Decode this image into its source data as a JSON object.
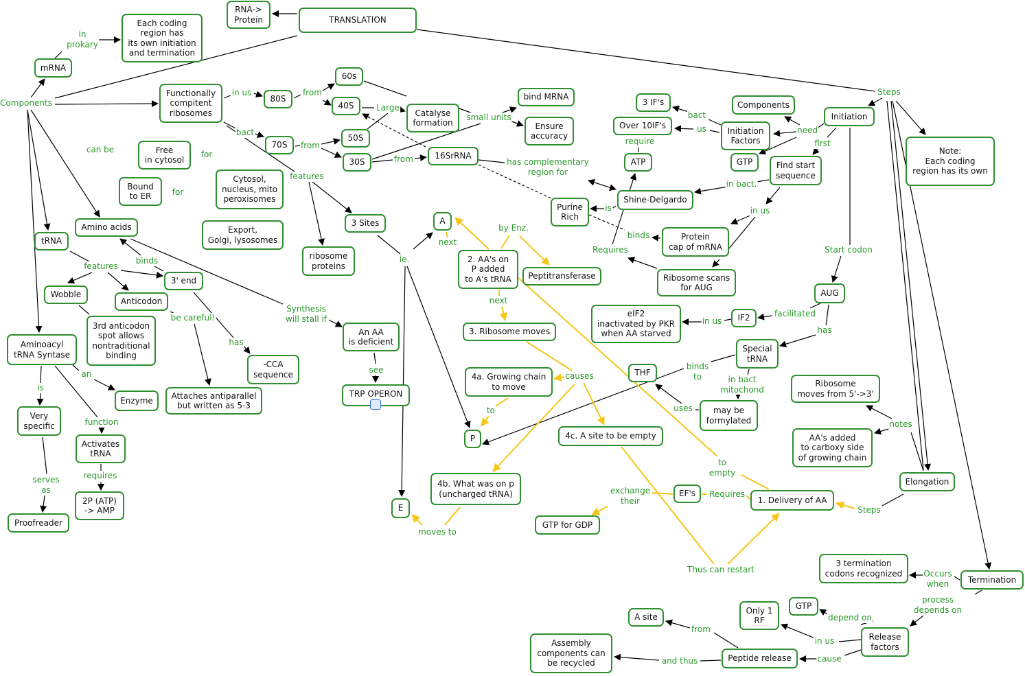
{
  "colors": {
    "node_border": "#2f8f2f",
    "link_text": "#2a9a2a",
    "black_link": "#000000",
    "yellow_link": "#f5c518"
  },
  "nodes": {
    "translation": "TRANSLATION",
    "rna_protein": "RNA->\nProtein",
    "each_coding": "Each coding\nregion has\nits own initiation\nand termination",
    "mrna": "mRNA",
    "func_rib": "Functionally\ncompitent\nribosomes",
    "s80": "80S",
    "s60": "60s",
    "s40": "40S",
    "catalyse": "Catalyse\nformation",
    "s70": "70S",
    "s50": "50S",
    "s30": "30S",
    "s16": "16SrRNA",
    "bind_mrna": "bind MRNA",
    "ensure": "Ensure\naccuracy",
    "free": "Free\nin cytosol",
    "bound": "Bound\nto ER",
    "cytosol": "Cytosol,\nnucleus, mito\nperoxisomes",
    "export": "Export,\nGolgi, lysosomes",
    "amino": "Amino acids",
    "trna": "tRNA",
    "sites3": "3 Sites",
    "ribprot": "ribosome\nproteins",
    "a": "A",
    "aa_on_p": "2. AA's on\nP added\nto A's tRNA",
    "pept": "Peptitransferase",
    "end3": "3' end",
    "wobble": "Wobble",
    "anticodon": "Anticodon",
    "third": "3rd anticodon\nspot allows\nnontraditional\nbinding",
    "aasyn": "Aminoacyl\ntRNA Syntase",
    "cca": "-CCA\nsequence",
    "an_aa": "An AA\nis deficient",
    "trp": "TRP OPERON",
    "enzyme": "Enzyme",
    "attaches": "Attaches antiparallel\nbut written as 5-3",
    "very": "Very\nspecific",
    "activates": "Activates\ntRNA",
    "atp2p": "2P (ATP)\n-> AMP",
    "proof": "Proofreader",
    "ribmoves": "3. Ribosome moves",
    "g4a": "4a. Growing chain\nto move",
    "p": "P",
    "g4b": "4b. What was on p\n(uncharged tRNA)",
    "e": "E",
    "g4c": "4c. A site to be empty",
    "gtpgdp": "GTP for GDP",
    "efs": "EF's",
    "delivery": "1. Delivery of AA",
    "thf": "THF",
    "special": "Special\ntRNA",
    "mayform": "may be\nformylated",
    "eif2": "eIF2\ninactivated by PKR\nwhen AA starved",
    "if2": "IF2",
    "aug": "AUG",
    "ribscans": "Ribosome scans\nfor AUG",
    "protcap": "Protein\ncap of mRNA",
    "purine": "Purine\nRich",
    "shine": "Shine-Delgardo",
    "atp": "ATP",
    "ifs3": "3 IF's",
    "over10": "Over 10IF's",
    "components": "Components",
    "initfac": "Initiation\nFactors",
    "gtp1": "GTP",
    "initiation": "Initiation",
    "findstart": "Find start\nsequence",
    "note": "Note:\nEach coding\nregion has its own",
    "ribmoves53": "Ribosome\nmoves from 5'->3'",
    "aaadded": "AA's added\nto carboxy side\nof growing chain",
    "elongation": "Elongation",
    "termination": "Termination",
    "term3": "3 termination\ncodons recognized",
    "gtp2": "GTP",
    "only1": "Only 1\nRF",
    "asite": "A site",
    "release": "Release\nfactors",
    "peprel": "Peptide release",
    "assembly": "Assembly\ncomponents can\nbe recycled"
  },
  "labels": [
    "in\nprokary",
    "Components",
    "in us",
    "from",
    "Large",
    "small units",
    "bact",
    "from",
    "from",
    "can be",
    "for",
    "for",
    "features",
    "has complementary\nregion for",
    "is",
    "binds",
    "Requires",
    "require",
    "bact",
    "us",
    "need",
    "first",
    "in bact.",
    "in us",
    "Start codon",
    "facilitated",
    "in us",
    "has",
    "binds\nto",
    "in bact\nmitochond",
    "uses",
    "Steps",
    "notes",
    "Steps",
    "exchange\ntheir",
    "Requires",
    "to\nempty",
    "Thus can restart",
    "Occurs\nwhen",
    "process\ndepends on",
    "depend on",
    "in us",
    "cause",
    "from",
    "and thus",
    "features",
    "binds",
    "be careful!",
    "has",
    "Synthesis\nwill stall if",
    "see",
    "an",
    "is",
    "function",
    "requires",
    "serves\nas",
    "ie.",
    "next",
    "by Enz.",
    "next",
    "causes",
    "to",
    "moves to"
  ]
}
